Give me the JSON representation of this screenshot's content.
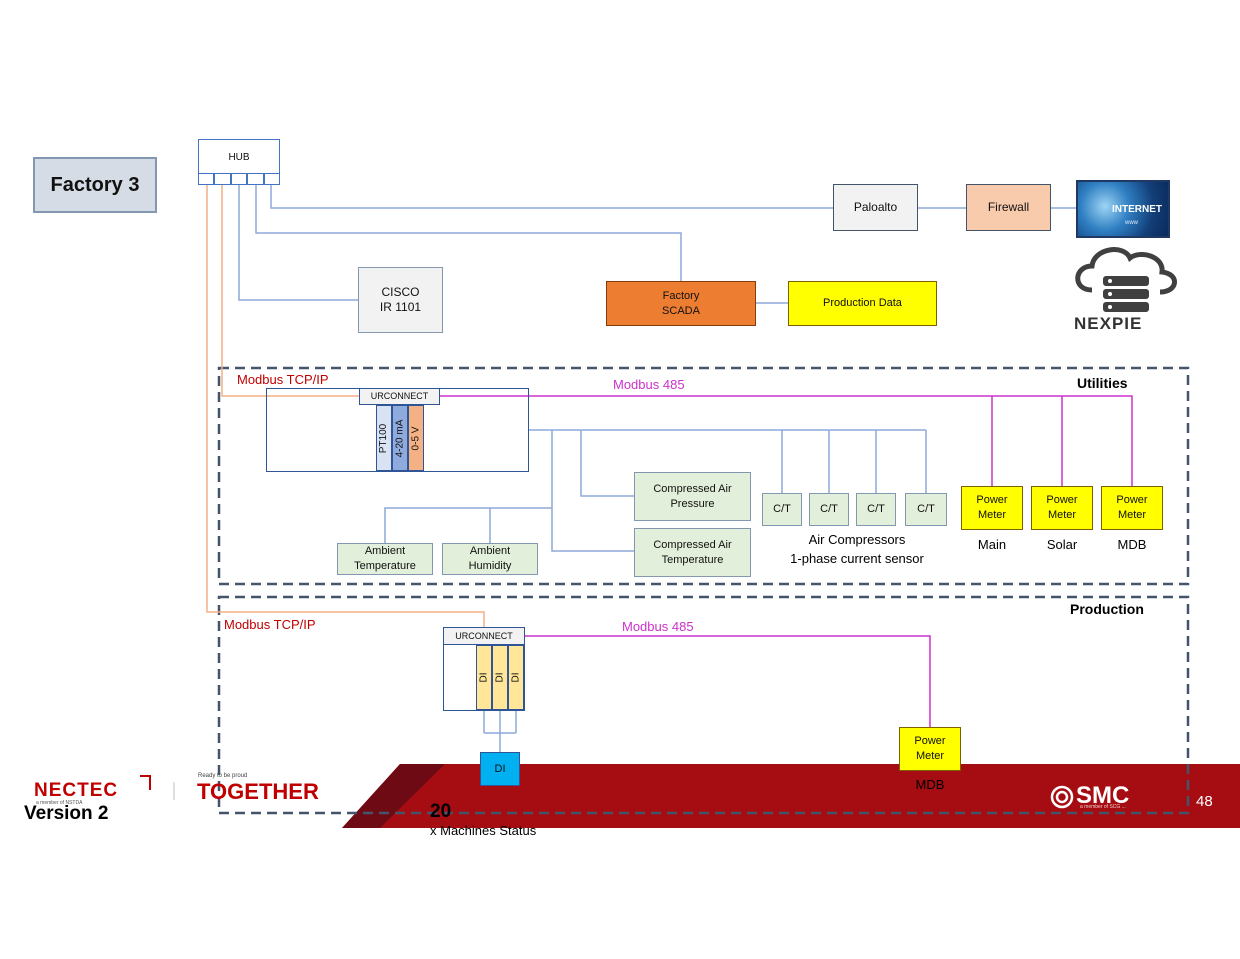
{
  "diagram": {
    "factory_label": "Factory 3",
    "hub": "HUB",
    "paloalto": "Paloalto",
    "firewall": "Firewall",
    "internet": "INTERNET",
    "internet_sub": "www",
    "cisco": "CISCO\nIR 1101",
    "scada": "Factory\nSCADA",
    "production_data": "Production Data",
    "nexpie_logo": "NEXPIE",
    "utilities": {
      "title": "Utilities",
      "modbus_tcp": "Modbus TCP/IP",
      "modbus_485": "Modbus 485",
      "urconnect": "URCONNECT",
      "channels": [
        "PT100",
        "4-20 mA",
        "0-5 V"
      ],
      "compressed_air_pressure": "Compressed Air\nPressure",
      "compressed_air_temperature": "Compressed Air\nTemperature",
      "ambient_temperature": "Ambient\nTemperature",
      "ambient_humidity": "Ambient\nHumidity",
      "ct_sensors": [
        "C/T",
        "C/T",
        "C/T",
        "C/T"
      ],
      "air_compressors": "Air Compressors\n1-phase current sensor",
      "power_meters": [
        {
          "label": "Power\nMeter",
          "caption": "Main"
        },
        {
          "label": "Power\nMeter",
          "caption": "Solar"
        },
        {
          "label": "Power\nMeter",
          "caption": "MDB"
        }
      ]
    },
    "production": {
      "title": "Production",
      "modbus_tcp": "Modbus TCP/IP",
      "modbus_485": "Modbus 485",
      "urconnect": "URCONNECT",
      "channels": [
        "DI",
        "DI",
        "DI"
      ],
      "di": "DI",
      "machines_count": "20",
      "machines_text": "x Machines Status",
      "power_meter": "Power\nMeter",
      "power_meter_caption": "MDB"
    }
  },
  "footer": {
    "nectec": "NECTEC",
    "nectec_sub": "a member of NSTDA",
    "together_small": "Ready to be proud",
    "together": "TOGETHER",
    "version": "Version 2",
    "smc": "SMC",
    "smc_sub": "a member of SCG ... ",
    "page_number": "48"
  },
  "colors": {
    "factory_box": "#d6dce5",
    "scada": "#ed7d31",
    "yellow": "#ffff00",
    "firewall": "#f8cbad",
    "green_box": "#e2efda",
    "blue_line": "#4472c4",
    "magenta": "#cc33cc",
    "orange_line": "#f4b183",
    "red_text": "#c00000",
    "footer_red": "#a50d12",
    "di_blue": "#00b0f0",
    "channel_yellow": "#ffe699",
    "channel_blue": "#8faadc",
    "channel_orange": "#f4b183",
    "channel_light": "#dae3f3",
    "dash_border": "#44546a"
  }
}
